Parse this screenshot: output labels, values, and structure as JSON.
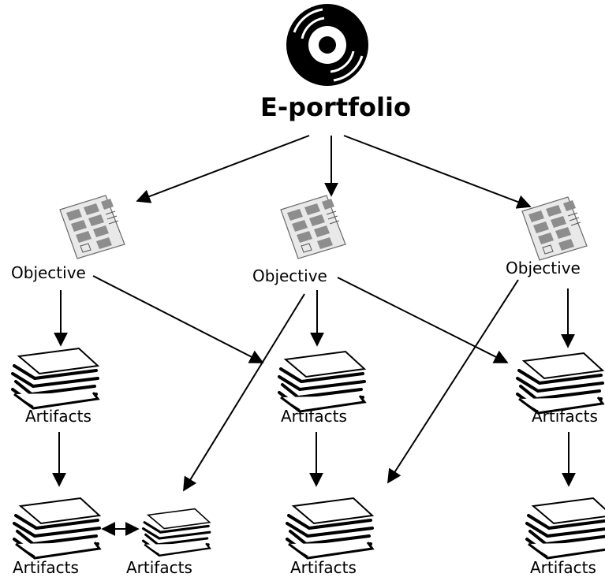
{
  "diagram": {
    "title": "E-portfolio",
    "root_icon": "disc-icon",
    "objective_icon": "objective-sheet-icon",
    "artifact_icon": "paper-stack-icon",
    "objectives": [
      {
        "label": "Objective"
      },
      {
        "label": "Objective"
      },
      {
        "label": "Objective"
      }
    ],
    "artifacts": [
      {
        "label": "Artifacts"
      },
      {
        "label": "Artifacts"
      },
      {
        "label": "Artifacts"
      },
      {
        "label": "Artifacts"
      },
      {
        "label": "Artifacts"
      },
      {
        "label": "Artifacts"
      },
      {
        "label": "Artifacts"
      }
    ],
    "edges": [
      {
        "from": "root",
        "to": "objective-1"
      },
      {
        "from": "root",
        "to": "objective-2"
      },
      {
        "from": "root",
        "to": "objective-3"
      },
      {
        "from": "objective-1",
        "to": "artifact-1"
      },
      {
        "from": "objective-1",
        "to": "artifact-2"
      },
      {
        "from": "objective-2",
        "to": "artifact-2"
      },
      {
        "from": "objective-2",
        "to": "artifact-3"
      },
      {
        "from": "objective-2",
        "to": "artifact-5"
      },
      {
        "from": "objective-3",
        "to": "artifact-3"
      },
      {
        "from": "objective-3",
        "to": "artifact-6"
      },
      {
        "from": "artifact-1",
        "to": "artifact-4"
      },
      {
        "from": "artifact-2",
        "to": "artifact-6"
      },
      {
        "from": "artifact-3",
        "to": "artifact-7"
      },
      {
        "from": "artifact-4",
        "to": "artifact-5",
        "bidirectional": true
      }
    ]
  }
}
